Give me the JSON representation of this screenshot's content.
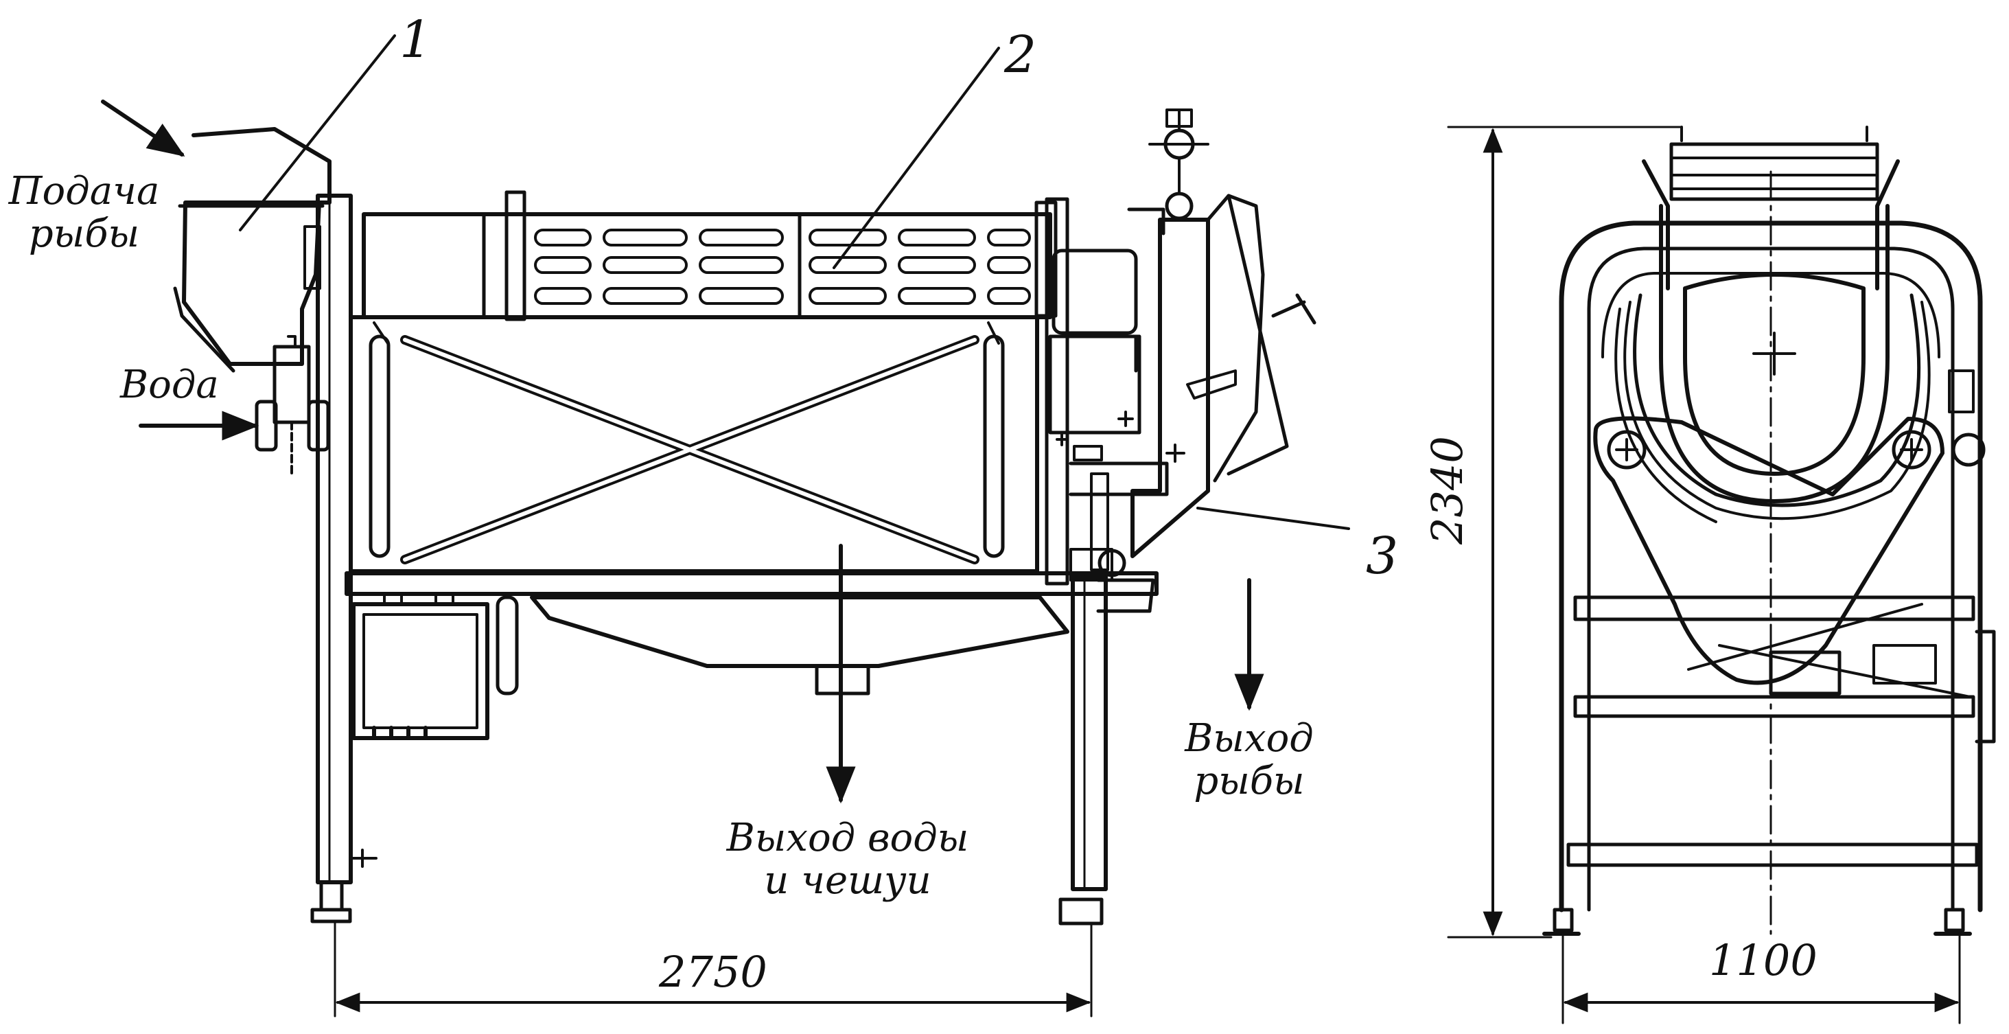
{
  "side_view": {
    "callouts": {
      "c1": "1",
      "c2": "2",
      "c3": "3"
    },
    "labels": {
      "fish_feed_line1": "Подача",
      "fish_feed_line2": "рыбы",
      "water_in": "Вода",
      "water_out_line1": "Выход воды",
      "water_out_line2": "и чешуи",
      "fish_out_line1": "Выход",
      "fish_out_line2": "рыбы"
    },
    "dimensions": {
      "length": "2750"
    }
  },
  "front_view": {
    "dimensions": {
      "height": "2340",
      "width": "1100"
    }
  }
}
